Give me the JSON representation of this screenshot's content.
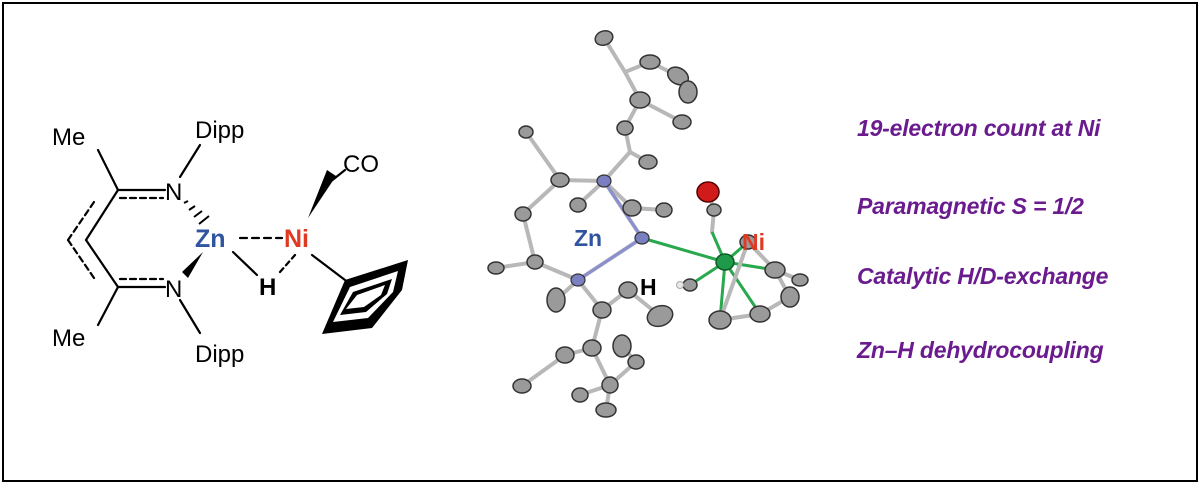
{
  "structure": {
    "me_top": "Me",
    "me_bottom": "Me",
    "dipp_top": "Dipp",
    "dipp_bottom": "Dipp",
    "n_top": "N",
    "n_bottom": "N",
    "zn": "Zn",
    "ni": "Ni",
    "h": "H",
    "co": "CO"
  },
  "crystal": {
    "zn": "Zn",
    "ni": "Ni",
    "h": "H"
  },
  "properties": [
    "19-electron count at Ni",
    "Paramagnetic S = 1/2",
    "Catalytic H/D-exchange",
    "Zn–H dehydrocoupling"
  ],
  "colors": {
    "zn": "#2f54a0",
    "ni": "#e03a22",
    "property_text": "#6a1b8e",
    "atom_c": "#8c8c8c",
    "atom_n": "#7a7fc2",
    "atom_ni": "#1f9a4a",
    "atom_o": "#d11a1a"
  }
}
